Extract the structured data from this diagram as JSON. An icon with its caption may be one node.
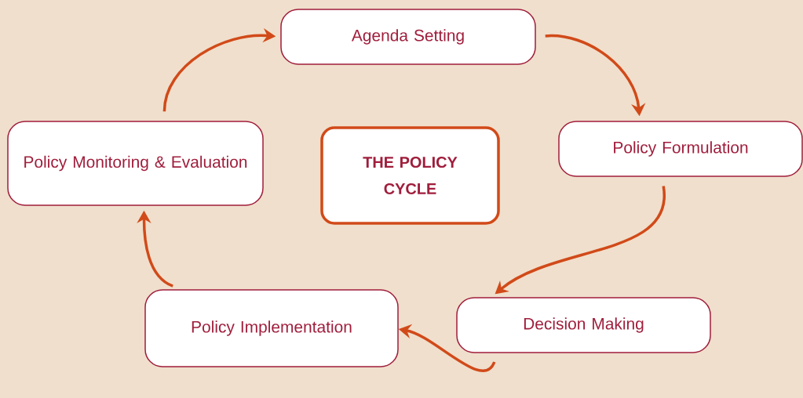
{
  "diagram": {
    "nodes": [
      {
        "text": [
          "Agenda Setting"
        ]
      },
      {
        "text": [
          "Policy Formulation"
        ]
      },
      {
        "text": [
          "Decision Making"
        ]
      },
      {
        "text": [
          "Policy Implementation"
        ]
      },
      {
        "text": [
          "Policy Monitoring & Evaluation"
        ]
      },
      {
        "text": [
          "THE POLICY CYCLE"
        ]
      }
    ],
    "edges": [
      {
        "from": 0,
        "to": 1,
        "arrow": "to"
      },
      {
        "from": 1,
        "to": 2,
        "arrow": "to"
      },
      {
        "from": 2,
        "to": 3,
        "arrow": "to"
      },
      {
        "from": 3,
        "to": 4,
        "arrow": "to"
      },
      {
        "from": 4,
        "to": 0,
        "arrow": "to"
      }
    ]
  }
}
